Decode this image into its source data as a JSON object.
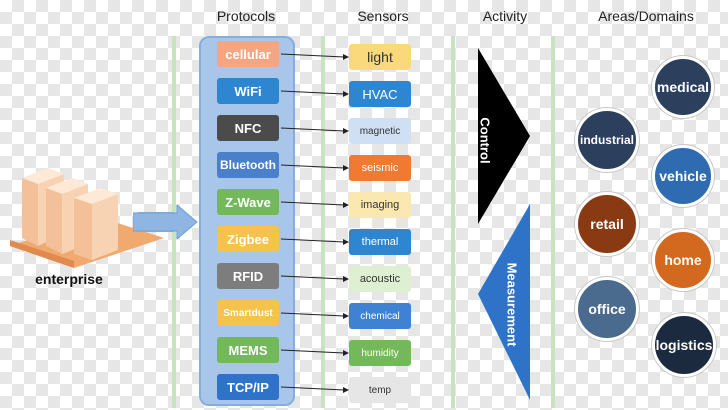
{
  "headers": {
    "protocols": "Protocols",
    "sensors": "Sensors",
    "activity": "Activity",
    "areas": "Areas/Domains"
  },
  "enterprise": {
    "label": "enterprise"
  },
  "protocols": [
    {
      "label": "cellular",
      "color": "#f4a582"
    },
    {
      "label": "WiFi",
      "color": "#2e86d1"
    },
    {
      "label": "NFC",
      "color": "#4b4b4b"
    },
    {
      "label": "Bluetooth",
      "color": "#4a7fc9"
    },
    {
      "label": "Z-Wave",
      "color": "#73b85b"
    },
    {
      "label": "Zigbee",
      "color": "#f5c24b"
    },
    {
      "label": "RFID",
      "color": "#7d7d7d"
    },
    {
      "label": "Smartdust",
      "color": "#f5c24b"
    },
    {
      "label": "MEMS",
      "color": "#73b85b"
    },
    {
      "label": "TCP/IP",
      "color": "#2e73c7"
    }
  ],
  "sensors": [
    {
      "label": "light",
      "color": "#fad97a",
      "text_color": "#333333"
    },
    {
      "label": "HVAC",
      "color": "#2e86d1",
      "text_color": "#ffffff"
    },
    {
      "label": "magnetic",
      "color": "#cfe0f5",
      "text_color": "#333333"
    },
    {
      "label": "seismic",
      "color": "#f07a32",
      "text_color": "#ffffff"
    },
    {
      "label": "imaging",
      "color": "#fbe7b0",
      "text_color": "#333333"
    },
    {
      "label": "thermal",
      "color": "#2e86d1",
      "text_color": "#ffffff"
    },
    {
      "label": "acoustic",
      "color": "#dff0d2",
      "text_color": "#333333"
    },
    {
      "label": "chemical",
      "color": "#3f82d4",
      "text_color": "#ffffff"
    },
    {
      "label": "humidity",
      "color": "#73b85b",
      "text_color": "#ffffff"
    },
    {
      "label": "temp",
      "color": "#e6e6e6",
      "text_color": "#333333"
    }
  ],
  "activity": {
    "control": "Control",
    "measurement": "Measurement",
    "control_color": "#000000",
    "measurement_color": "#2e73c7"
  },
  "domains": [
    {
      "label": "medical",
      "color": "#2c3f5c"
    },
    {
      "label": "industrial",
      "color": "#2c3f5c"
    },
    {
      "label": "vehicle",
      "color": "#2e6bb0"
    },
    {
      "label": "retail",
      "color": "#8a3a12"
    },
    {
      "label": "home",
      "color": "#d2691e"
    },
    {
      "label": "office",
      "color": "#4a6a8e"
    },
    {
      "label": "logistics",
      "color": "#1c2a40"
    }
  ]
}
